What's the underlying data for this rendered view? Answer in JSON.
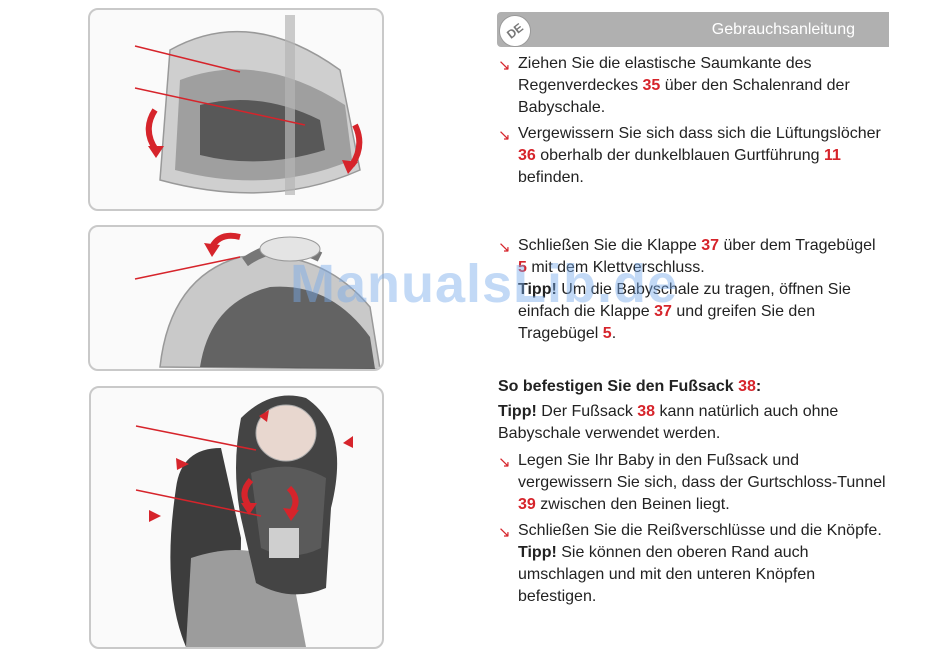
{
  "header": {
    "badge": "DE",
    "title": "Gebrauchsanleitung"
  },
  "steps": [
    {
      "parts": [
        {
          "t": "Ziehen Sie die elastische Saumkante des Regenverdeckes "
        },
        {
          "t": "35",
          "red": true
        },
        {
          "t": "  über den Schalenrand der Babyschale."
        }
      ]
    },
    {
      "parts": [
        {
          "t": "Vergewissern Sie sich dass sich die Lüftungslöcher "
        },
        {
          "t": "36",
          "red": true
        },
        {
          "t": " oberhalb der dunkelblauen Gurtführung "
        },
        {
          "t": "11",
          "red": true
        },
        {
          "t": " befinden."
        }
      ]
    },
    {
      "parts": [
        {
          "t": "Schließen Sie  die Klappe "
        },
        {
          "t": "37",
          "red": true
        },
        {
          "t": " über dem Tragebügel "
        },
        {
          "t": "5",
          "red": true
        },
        {
          "t": " mit dem Klettverschluss."
        }
      ],
      "tip": [
        {
          "t": "Tipp!",
          "bold": true
        },
        {
          "t": " Um die Babyschale zu tragen, öffnen Sie einfach die Klappe "
        },
        {
          "t": "37",
          "red": true
        },
        {
          "t": " und greifen Sie den Tragebügel "
        },
        {
          "t": "5",
          "red": true
        },
        {
          "t": "."
        }
      ]
    }
  ],
  "footmuff_heading": [
    {
      "t": "So befestigen Sie den Fußsack "
    },
    {
      "t": "38",
      "red": true
    },
    {
      "t": ":"
    }
  ],
  "footmuff_tip": [
    {
      "t": "Tipp!",
      "bold": true
    },
    {
      "t": " Der Fußsack "
    },
    {
      "t": "38",
      "red": true
    },
    {
      "t": " kann natürlich auch ohne Babyschale verwendet werden."
    }
  ],
  "steps2": [
    {
      "parts": [
        {
          "t": "Legen Sie Ihr Baby in den Fußsack und vergewissern Sie sich, dass der Gurtschloss-Tunnel "
        },
        {
          "t": "39",
          "red": true
        },
        {
          "t": " zwischen den Beinen liegt."
        }
      ]
    },
    {
      "parts": [
        {
          "t": "Schließen Sie die Reißverschlüsse und die Knöpfe."
        }
      ],
      "tip": [
        {
          "t": "Tipp!",
          "bold": true
        },
        {
          "t": " Sie können den oberen Rand auch umschlagen und mit den unteren Knöpfen befestigen."
        }
      ]
    }
  ],
  "step_arrow": "↘",
  "watermark": "ManualsLib.de",
  "colors": {
    "accent": "#d6242b",
    "header_bg": "#b0b0b0"
  }
}
